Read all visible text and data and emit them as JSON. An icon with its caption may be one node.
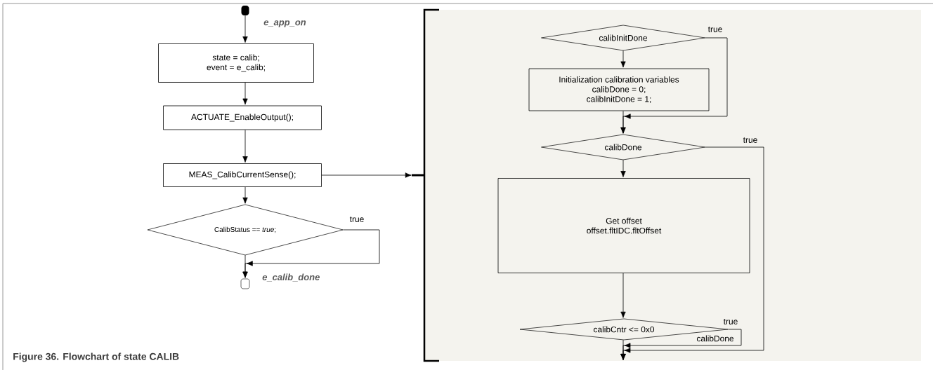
{
  "diagram": {
    "caption": "Figure 36.  Flowchart of state CALIB",
    "nodes": [
      {
        "text": [],
        "shape": "circle"
      },
      {
        "text": [
          "state = calib;",
          "event = e_calib;"
        ]
      },
      {
        "text": [
          "ACTUATE_EnableOutput();"
        ]
      },
      {
        "text": [
          "MEAS_CalibCurrentSense();"
        ]
      },
      {
        "text": [
          "CalibStatus ==  *true*;"
        ]
      },
      {
        "text": [],
        "shape": "box"
      },
      {
        "text": [],
        "shape": "box"
      },
      {
        "text": [
          "calibInitDone"
        ],
        "in": 6
      },
      {
        "text": [
          "Initialization calibration variables",
          "calibDone = 0;",
          "calibInitDone = 1;"
        ],
        "in": 6
      },
      {
        "text": [
          "calibDone"
        ],
        "in": 6
      },
      {
        "text": [
          "Get offset",
          "offset.fltIDC.fltOffset"
        ],
        "in": 6
      },
      {
        "text": [
          "calibCntr <= 0x0"
        ],
        "in": 6
      }
    ],
    "edges": [
      {
        "from": 0,
        "to": 1,
        "arrow": "to",
        "label": "e_app_on"
      },
      {
        "from": 1,
        "to": 2,
        "arrow": "to"
      },
      {
        "from": 2,
        "to": 3,
        "arrow": "to"
      },
      {
        "from": 3,
        "to": 4,
        "arrow": "to"
      },
      {
        "from": 4,
        "to": 5,
        "arrow": "to",
        "label": "e_calib_done"
      },
      {
        "from": 4,
        "to": 5,
        "arrow": "to",
        "label": "true"
      },
      {
        "from": 3,
        "to": 6,
        "arrow": "to"
      },
      {
        "from": 7,
        "to": 8,
        "arrow": "to"
      },
      {
        "from": 7,
        "to": 9,
        "arrow": "to",
        "label": "true"
      },
      {
        "from": 8,
        "to": 9,
        "arrow": "to"
      },
      {
        "from": 9,
        "to": 10,
        "arrow": "to"
      },
      {
        "from": 9,
        "to": null,
        "arrow": "to",
        "label": "true"
      },
      {
        "from": 10,
        "to": 11,
        "arrow": "to"
      },
      {
        "from": 11,
        "to": null,
        "arrow": "to"
      },
      {
        "from": 11,
        "to": null,
        "arrow": "to",
        "label": "true"
      }
    ],
    "labels": [
      "calibDone"
    ]
  }
}
